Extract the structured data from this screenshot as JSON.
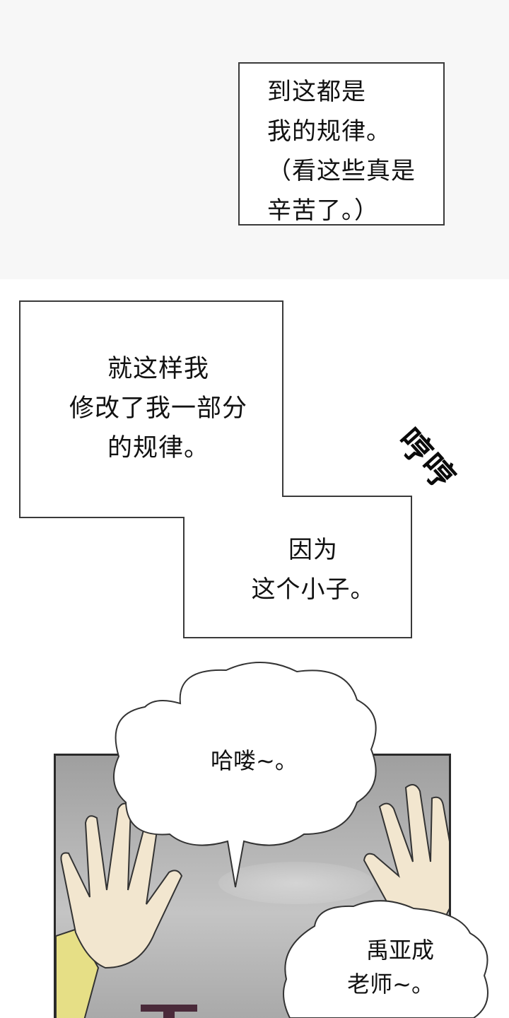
{
  "panels": {
    "caption_1": {
      "text": "到这都是\n我的规律。\n（看这些真是\n辛苦了。）"
    },
    "caption_2": {
      "text": "就这样我\n修改了我一部分\n的规律。"
    },
    "caption_3": {
      "text": "因为\n这个小子。"
    },
    "sfx": {
      "text": "哼哼"
    },
    "bubble_hello": {
      "text": "哈喽~。"
    },
    "bubble_teacher": {
      "text": "禹亚成\n老师~。"
    }
  },
  "colors": {
    "panel_border": "#3a3a3a",
    "sleeve_yellow": "#e6df86",
    "skin": "#f2e6cf"
  }
}
